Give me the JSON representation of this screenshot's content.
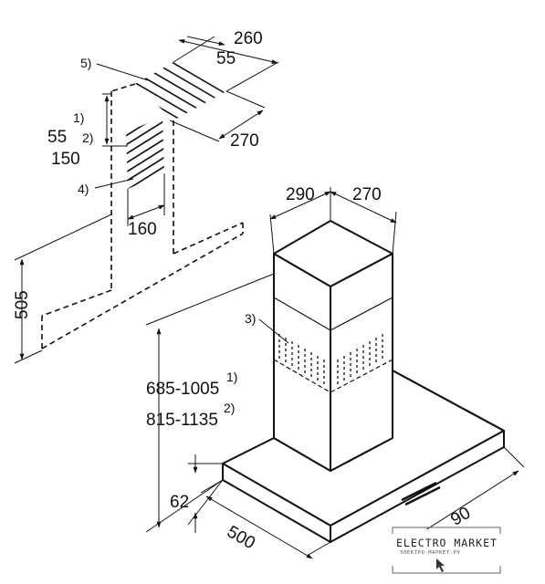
{
  "dimensions": {
    "top_depth": "260",
    "top_inner": "55",
    "top_width": "270",
    "cutout_offset": "55",
    "cutout_offset_note": "1)",
    "cutout_height": "150",
    "cutout_height_note": "2)",
    "cutout_width": "160",
    "duct_height": "505",
    "chimney_depth": "290",
    "chimney_width": "270",
    "height_range_1": "685-1005",
    "height_range_1_note": "1)",
    "height_range_2": "815-1135",
    "height_range_2_note": "2)",
    "canopy_height": "62",
    "hood_depth": "500",
    "hood_width": "90"
  },
  "callouts": {
    "ceiling_plate": "5)",
    "wall_cutout": "4)",
    "vent_slots": "3)"
  },
  "watermark": {
    "title": "ELECTRO MARKET",
    "subtitle": "ЭЛЕКТРО-МАРКЕТ.РУ"
  },
  "colors": {
    "line": "#111111",
    "background": "#ffffff"
  }
}
